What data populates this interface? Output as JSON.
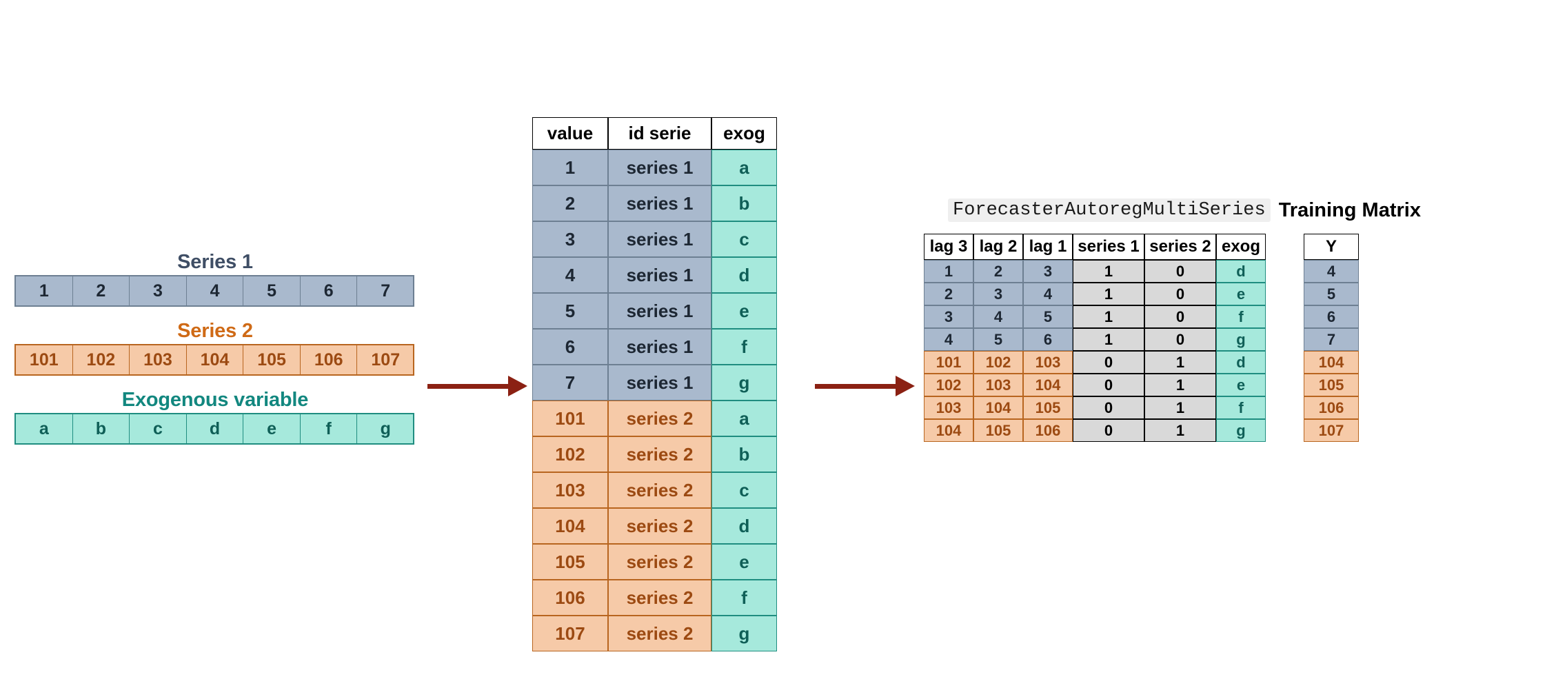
{
  "left_panel": {
    "series1": {
      "title": "Series 1",
      "values": [
        "1",
        "2",
        "3",
        "4",
        "5",
        "6",
        "7"
      ]
    },
    "series2": {
      "title": "Series 2",
      "values": [
        "101",
        "102",
        "103",
        "104",
        "105",
        "106",
        "107"
      ]
    },
    "exogenous": {
      "title": "Exogenous variable",
      "values": [
        "a",
        "b",
        "c",
        "d",
        "e",
        "f",
        "g"
      ]
    }
  },
  "arrows": {
    "arrow1_name": "arrow-right",
    "arrow2_name": "arrow-right"
  },
  "center_table": {
    "headers": [
      "value",
      "id serie",
      "exog"
    ],
    "rows": [
      {
        "value": "1",
        "id_serie": "series 1",
        "exog": "a",
        "style": "blue"
      },
      {
        "value": "2",
        "id_serie": "series 1",
        "exog": "b",
        "style": "blue"
      },
      {
        "value": "3",
        "id_serie": "series 1",
        "exog": "c",
        "style": "blue"
      },
      {
        "value": "4",
        "id_serie": "series 1",
        "exog": "d",
        "style": "blue"
      },
      {
        "value": "5",
        "id_serie": "series 1",
        "exog": "e",
        "style": "blue"
      },
      {
        "value": "6",
        "id_serie": "series 1",
        "exog": "f",
        "style": "blue"
      },
      {
        "value": "7",
        "id_serie": "series 1",
        "exog": "g",
        "style": "blue"
      },
      {
        "value": "101",
        "id_serie": "series 2",
        "exog": "a",
        "style": "orange"
      },
      {
        "value": "102",
        "id_serie": "series 2",
        "exog": "b",
        "style": "orange"
      },
      {
        "value": "103",
        "id_serie": "series 2",
        "exog": "c",
        "style": "orange"
      },
      {
        "value": "104",
        "id_serie": "series 2",
        "exog": "d",
        "style": "orange"
      },
      {
        "value": "105",
        "id_serie": "series 2",
        "exog": "e",
        "style": "orange"
      },
      {
        "value": "106",
        "id_serie": "series 2",
        "exog": "f",
        "style": "orange"
      },
      {
        "value": "107",
        "id_serie": "series 2",
        "exog": "g",
        "style": "orange"
      }
    ]
  },
  "right_panel": {
    "title_code": "ForecasterAutoregMultiSeries",
    "title_text": "Training Matrix",
    "train_matrix": {
      "headers": [
        "lag 3",
        "lag 2",
        "lag 1",
        "series 1",
        "series 2",
        "exog"
      ],
      "rows": [
        {
          "lag3": "1",
          "lag2": "2",
          "lag1": "3",
          "series1": "1",
          "series2": "0",
          "exog": "d",
          "style": "blue"
        },
        {
          "lag3": "2",
          "lag2": "3",
          "lag1": "4",
          "series1": "1",
          "series2": "0",
          "exog": "e",
          "style": "blue"
        },
        {
          "lag3": "3",
          "lag2": "4",
          "lag1": "5",
          "series1": "1",
          "series2": "0",
          "exog": "f",
          "style": "blue"
        },
        {
          "lag3": "4",
          "lag2": "5",
          "lag1": "6",
          "series1": "1",
          "series2": "0",
          "exog": "g",
          "style": "blue"
        },
        {
          "lag3": "101",
          "lag2": "102",
          "lag1": "103",
          "series1": "0",
          "series2": "1",
          "exog": "d",
          "style": "orange"
        },
        {
          "lag3": "102",
          "lag2": "103",
          "lag1": "104",
          "series1": "0",
          "series2": "1",
          "exog": "e",
          "style": "orange"
        },
        {
          "lag3": "103",
          "lag2": "104",
          "lag1": "105",
          "series1": "0",
          "series2": "1",
          "exog": "f",
          "style": "orange"
        },
        {
          "lag3": "104",
          "lag2": "105",
          "lag1": "106",
          "series1": "0",
          "series2": "1",
          "exog": "g",
          "style": "orange"
        }
      ]
    },
    "y_matrix": {
      "header": "Y",
      "rows": [
        {
          "value": "4",
          "style": "blue"
        },
        {
          "value": "5",
          "style": "blue"
        },
        {
          "value": "6",
          "style": "blue"
        },
        {
          "value": "7",
          "style": "blue"
        },
        {
          "value": "104",
          "style": "orange"
        },
        {
          "value": "105",
          "style": "orange"
        },
        {
          "value": "106",
          "style": "orange"
        },
        {
          "value": "107",
          "style": "orange"
        }
      ]
    }
  },
  "colors": {
    "blue_fill": "#a9b9cd",
    "blue_text": "#1d2733",
    "blue_border": "#6d7f92",
    "orange_fill": "#f6caa8",
    "orange_text": "#9c4a12",
    "orange_border": "#b8651f",
    "teal_fill": "#a6e9dc",
    "teal_text": "#0f5f57",
    "teal_border": "#1f8d80",
    "gray_fill": "#d9d9d9",
    "arrow": "#8b2113",
    "title_series1": "#3f4e65",
    "title_series2": "#cf6a16",
    "title_exog": "#12877f"
  }
}
